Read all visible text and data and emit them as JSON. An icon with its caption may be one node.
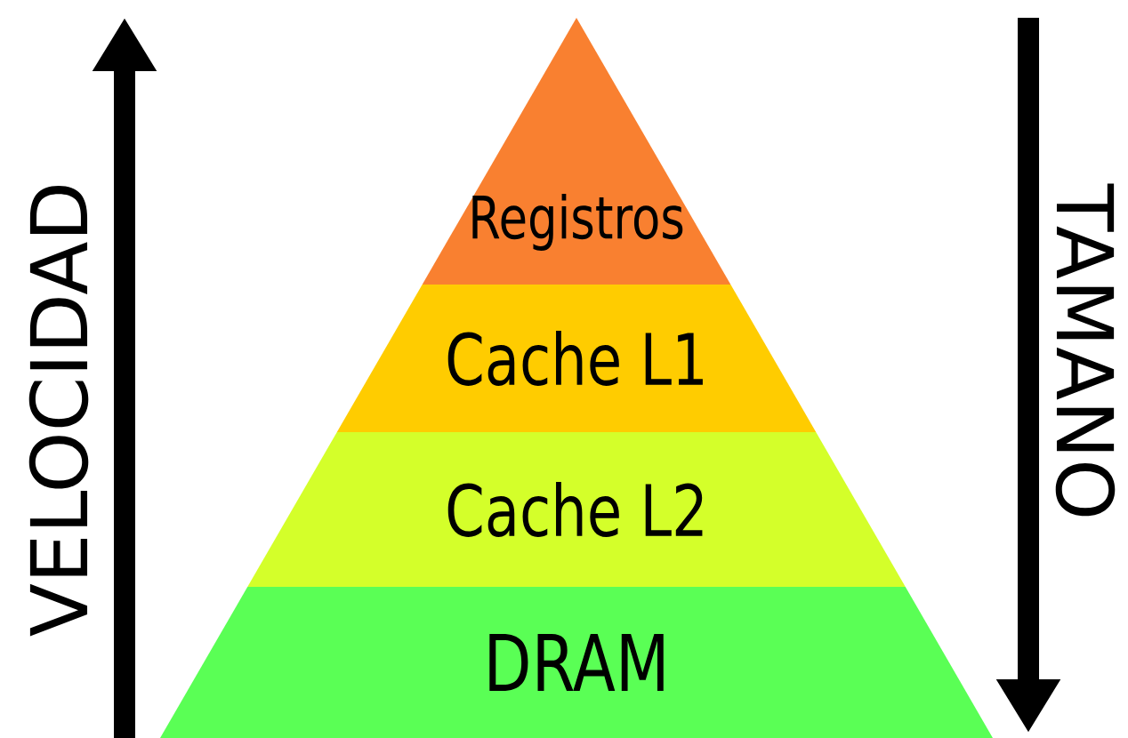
{
  "diagram": {
    "nodes": [
      {
        "text": [
          "Registros"
        ]
      },
      {
        "text": [
          "Cache L1"
        ]
      },
      {
        "text": [
          "Cache L2"
        ]
      },
      {
        "text": [
          "DRAM"
        ]
      }
    ],
    "labels": [
      "VELOCIDAD",
      "TAMANO"
    ]
  }
}
